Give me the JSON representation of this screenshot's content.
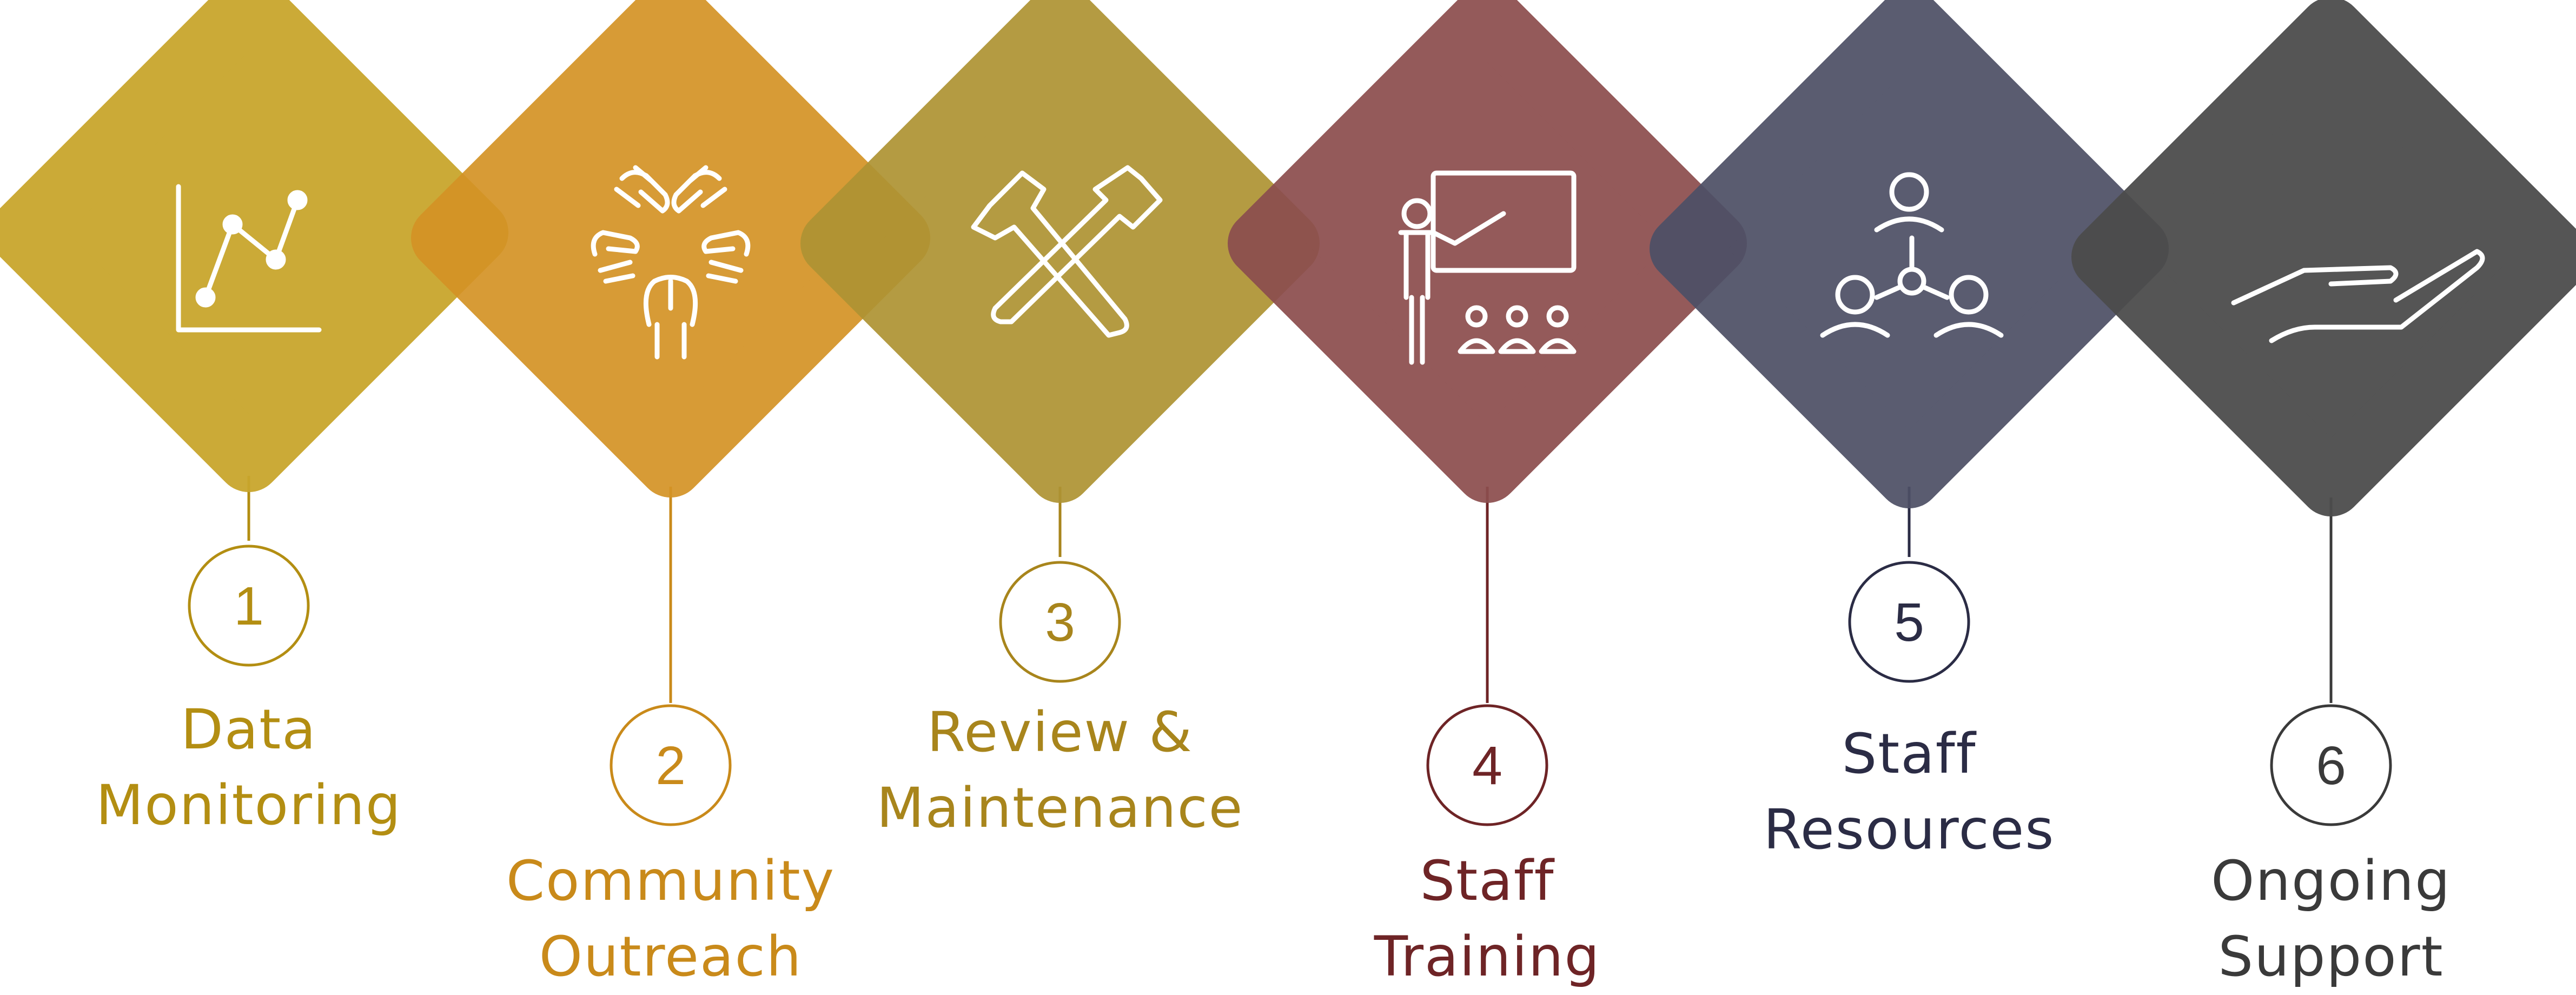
{
  "steps": [
    {
      "number": "1",
      "title_line1": "Data",
      "title_line2": "Monitoring",
      "color": "#c9a62d",
      "text_color": "#b38e12",
      "icon": "line-chart-icon"
    },
    {
      "number": "2",
      "title_line1": "Community",
      "title_line2": "Outreach",
      "color": "#d49325",
      "text_color": "#c98a1a",
      "icon": "joined-hands-icon"
    },
    {
      "number": "3",
      "title_line1": "Review &",
      "title_line2": "Maintenance",
      "color": "#ae9333",
      "text_color": "#a8851c",
      "icon": "crossed-hammers-icon"
    },
    {
      "number": "4",
      "title_line1": "Staff",
      "title_line2": "Training",
      "color": "#8c4e4e",
      "text_color": "#6e2426",
      "icon": "teacher-presentation-icon"
    },
    {
      "number": "5",
      "title_line1": "Staff",
      "title_line2": "Resources",
      "color": "#4e5066",
      "text_color": "#2b2c45",
      "icon": "team-network-icon"
    },
    {
      "number": "6",
      "title_line1": "Ongoing",
      "title_line2": "Support",
      "color": "#4c4c4c",
      "text_color": "#3a3a3a",
      "icon": "open-hand-icon"
    }
  ]
}
